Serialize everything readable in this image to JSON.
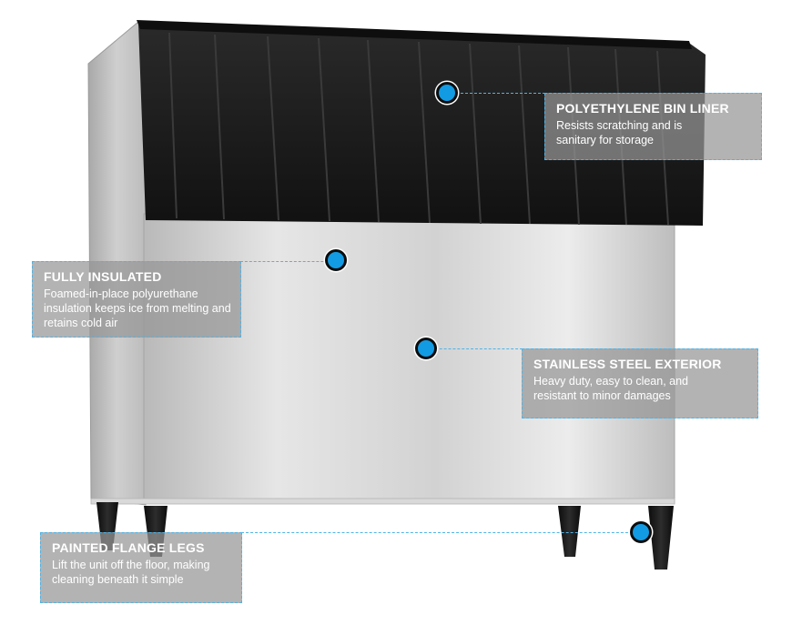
{
  "callouts": [
    {
      "title": "POLYETHYLENE BIN LINER",
      "description": "Resists scratching and is sanitary for storage"
    },
    {
      "title": "FULLY INSULATED",
      "description": "Foamed-in-place polyurethane insulation keeps ice from melting and retains cold air"
    },
    {
      "title": "STAINLESS STEEL EXTERIOR",
      "description": "Heavy duty, easy to clean, and resistant to minor damages"
    },
    {
      "title": "PAINTED FLANGE LEGS",
      "description": "Lift the unit off the floor, making cleaning beneath it simple"
    }
  ],
  "colors": {
    "hotspot": "#129be3",
    "callout_border": "#4fb3e6",
    "liner": "#1a1a1a",
    "steel": "#c8c8c8"
  }
}
